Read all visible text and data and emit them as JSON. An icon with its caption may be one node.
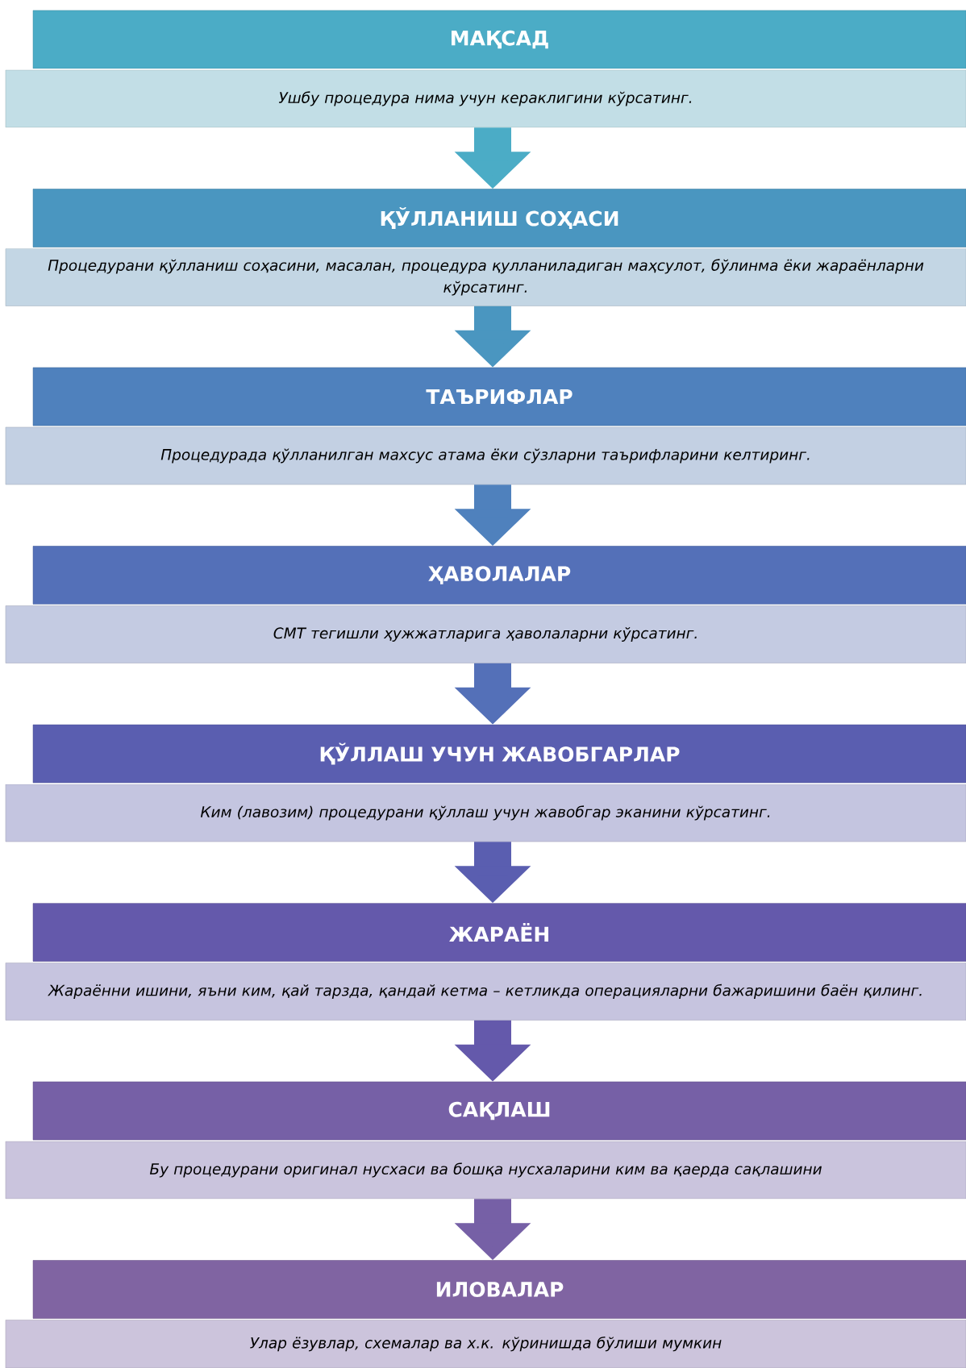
{
  "diagram": {
    "nodes": [
      {
        "text": [
          "МАҚСАД"
        ]
      },
      {
        "text": [
          "Ушбу процедура нима учун кераклигини кўрсатинг."
        ]
      },
      {
        "text": [
          "ҚЎЛЛАНИШ СОҲАСИ"
        ]
      },
      {
        "text": [
          "Процедурани қўлланиш соҳасини, масалан, процедура қулланиладиган маҳсулот, бўлинма ёки жараёнларни кўрсатинг."
        ]
      },
      {
        "text": [
          "ТАЪРИФЛАР"
        ]
      },
      {
        "text": [
          "Процедурада қўлланилган махсус атама ёки сўзларни таърифларини келтиринг."
        ]
      },
      {
        "text": [
          "ҲАВОЛАЛАР"
        ]
      },
      {
        "text": [
          "СМТ тегишли ҳужжатларига ҳаволаларни кўрсатинг."
        ]
      },
      {
        "text": [
          "ҚЎЛЛАШ УЧУН ЖАВОБГАРЛАР"
        ]
      },
      {
        "text": [
          "Ким (лавозим) процедурани қўллаш учун жавобгар эканини кўрсатинг."
        ]
      },
      {
        "text": [
          "ЖАРАЁН"
        ]
      },
      {
        "text": [
          "Жараённи ишини, яъни ким, қай тарзда, қандай кетма – кетликда операцияларни бажаришини баён қилинг."
        ]
      },
      {
        "text": [
          "САҚЛАШ"
        ]
      },
      {
        "text": [
          "Бу процедурани оригинал нусхаси ва бошқа нусхаларини ким ва қаерда сақлашини"
        ]
      },
      {
        "text": [
          "ИЛОВАЛАР"
        ]
      },
      {
        "text": [
          "Улар ёзувлар, схемалар ва х.к. кўринишда бўлиши мумкин"
        ]
      }
    ],
    "edges": [
      {
        "from": 1,
        "to": 2,
        "arrow": "to",
        "color": "#4bacc6"
      },
      {
        "from": 3,
        "to": 4,
        "arrow": "to",
        "color": "#4a96c0"
      },
      {
        "from": 5,
        "to": 6,
        "arrow": "to",
        "color": "#4f81bd"
      },
      {
        "from": 7,
        "to": 8,
        "arrow": "to",
        "color": "#5470b8"
      },
      {
        "from": 9,
        "to": 10,
        "arrow": "to",
        "color": "#5a5eb0"
      },
      {
        "from": 11,
        "to": 12,
        "arrow": "to",
        "color": "#6459ab"
      },
      {
        "from": 13,
        "to": 14,
        "arrow": "to",
        "color": "#7660a6"
      }
    ]
  }
}
